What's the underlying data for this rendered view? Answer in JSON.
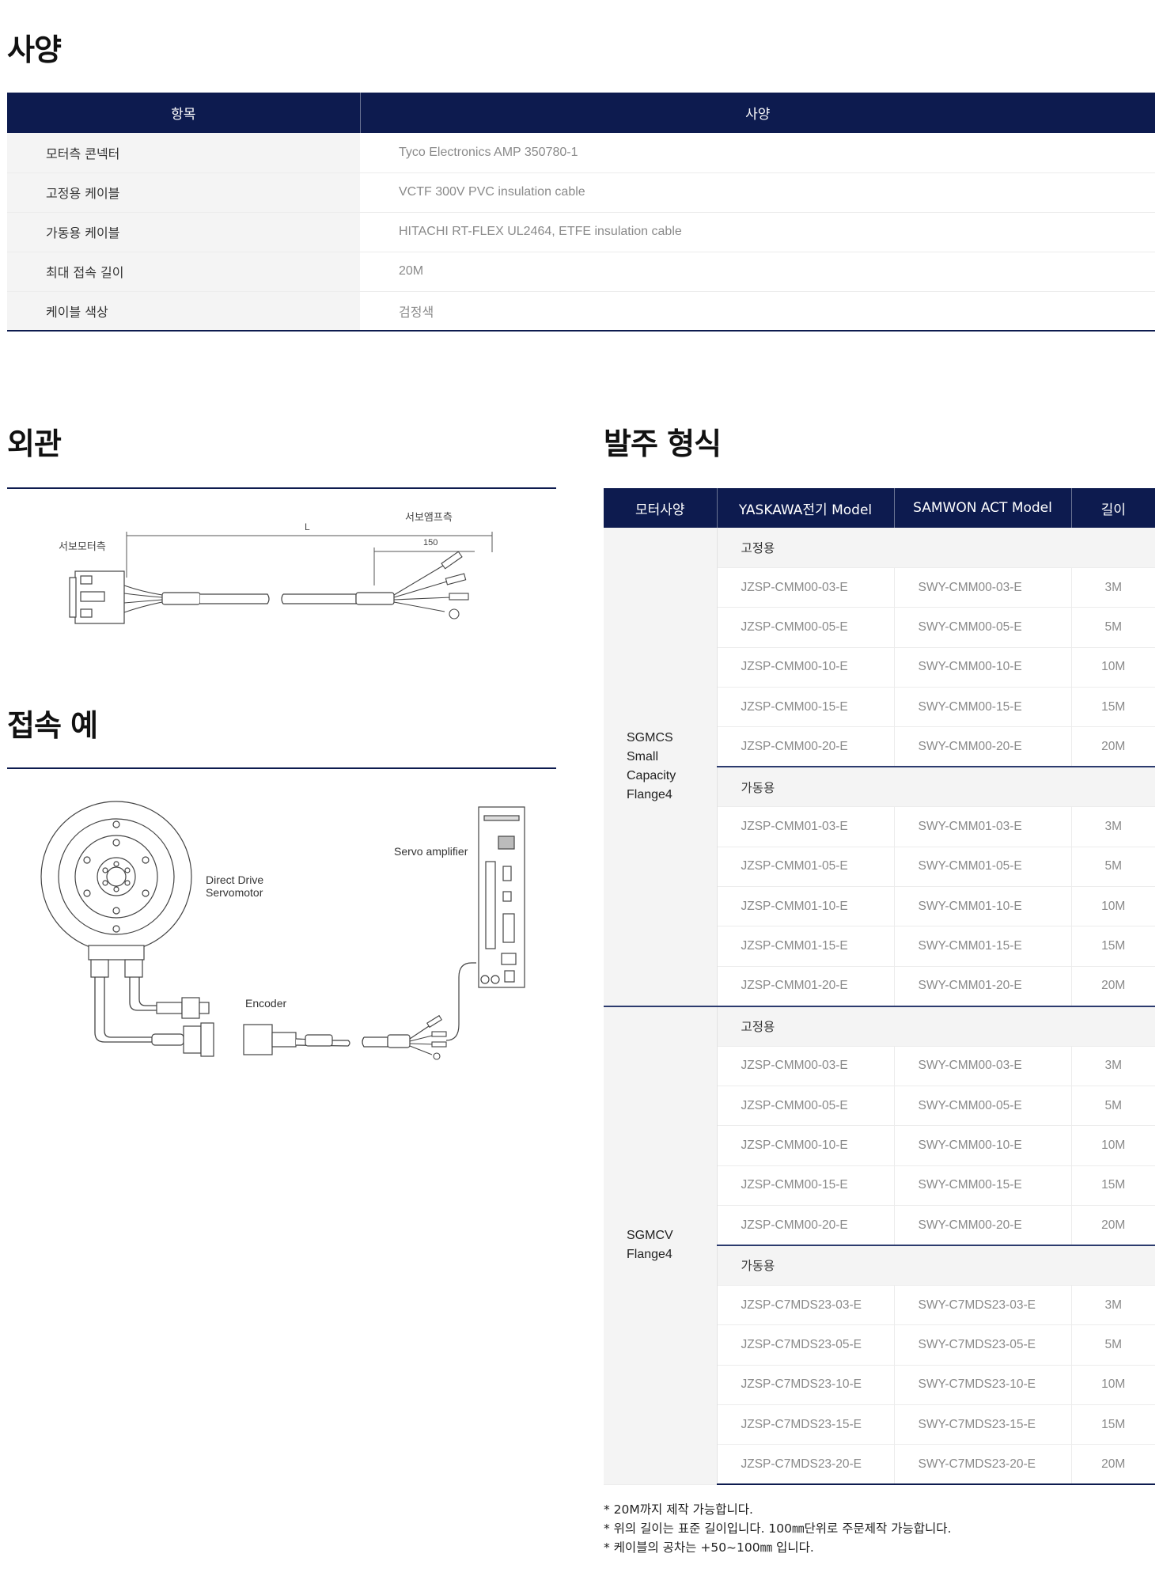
{
  "spec": {
    "title": "사양",
    "headers": [
      "항목",
      "사양"
    ],
    "rows": [
      [
        "모터측 콘넥터",
        "Tyco Electronics AMP 350780-1"
      ],
      [
        "고정용 케이블",
        "VCTF 300V PVC insulation cable"
      ],
      [
        "가동용 케이블",
        "HITACHI RT-FLEX UL2464, ETFE insulation cable"
      ],
      [
        "최대 접속 길이",
        "20M"
      ],
      [
        "케이블 색상",
        "검정색"
      ]
    ]
  },
  "appearance": {
    "title": "외관",
    "label_servo_amp": "서보앰프측",
    "label_servo_motor": "서보모터측",
    "label_L": "L",
    "label_150": "150"
  },
  "connection": {
    "title": "접속 예",
    "label_servo_amplifier": "Servo amplifier",
    "label_direct_drive_1": "Direct Drive",
    "label_direct_drive_2": "Servomotor",
    "label_encoder": "Encoder"
  },
  "order": {
    "title": "발주 형식",
    "headers": [
      "모터사양",
      "YASKAWA전기 Model",
      "SAMWON ACT Model",
      "길이"
    ],
    "groups": [
      {
        "motor_lines": [
          "SGMCS",
          "Small",
          "Capacity",
          "Flange4"
        ],
        "sub": [
          {
            "label": "고정용",
            "rows": [
              [
                "JZSP-CMM00-03-E",
                "SWY-CMM00-03-E",
                "3M"
              ],
              [
                "JZSP-CMM00-05-E",
                "SWY-CMM00-05-E",
                "5M"
              ],
              [
                "JZSP-CMM00-10-E",
                "SWY-CMM00-10-E",
                "10M"
              ],
              [
                "JZSP-CMM00-15-E",
                "SWY-CMM00-15-E",
                "15M"
              ],
              [
                "JZSP-CMM00-20-E",
                "SWY-CMM00-20-E",
                "20M"
              ]
            ]
          },
          {
            "label": "가동용",
            "rows": [
              [
                "JZSP-CMM01-03-E",
                "SWY-CMM01-03-E",
                "3M"
              ],
              [
                "JZSP-CMM01-05-E",
                "SWY-CMM01-05-E",
                "5M"
              ],
              [
                "JZSP-CMM01-10-E",
                "SWY-CMM01-10-E",
                "10M"
              ],
              [
                "JZSP-CMM01-15-E",
                "SWY-CMM01-15-E",
                "15M"
              ],
              [
                "JZSP-CMM01-20-E",
                "SWY-CMM01-20-E",
                "20M"
              ]
            ]
          }
        ]
      },
      {
        "motor_lines": [
          "SGMCV",
          "Flange4"
        ],
        "sub": [
          {
            "label": "고정용",
            "rows": [
              [
                "JZSP-CMM00-03-E",
                "SWY-CMM00-03-E",
                "3M"
              ],
              [
                "JZSP-CMM00-05-E",
                "SWY-CMM00-05-E",
                "5M"
              ],
              [
                "JZSP-CMM00-10-E",
                "SWY-CMM00-10-E",
                "10M"
              ],
              [
                "JZSP-CMM00-15-E",
                "SWY-CMM00-15-E",
                "15M"
              ],
              [
                "JZSP-CMM00-20-E",
                "SWY-CMM00-20-E",
                "20M"
              ]
            ]
          },
          {
            "label": "가동용",
            "rows": [
              [
                "JZSP-C7MDS23-03-E",
                "SWY-C7MDS23-03-E",
                "3M"
              ],
              [
                "JZSP-C7MDS23-05-E",
                "SWY-C7MDS23-05-E",
                "5M"
              ],
              [
                "JZSP-C7MDS23-10-E",
                "SWY-C7MDS23-10-E",
                "10M"
              ],
              [
                "JZSP-C7MDS23-15-E",
                "SWY-C7MDS23-15-E",
                "15M"
              ],
              [
                "JZSP-C7MDS23-20-E",
                "SWY-C7MDS23-20-E",
                "20M"
              ]
            ]
          }
        ]
      }
    ],
    "notes": [
      "* 20M까지 제작 가능합니다.",
      "* 위의 길이는 표준 길이입니다. 100㎜단위로 주문제작 가능합니다.",
      "* 케이블의 공차는 +50~100㎜ 입니다."
    ]
  }
}
